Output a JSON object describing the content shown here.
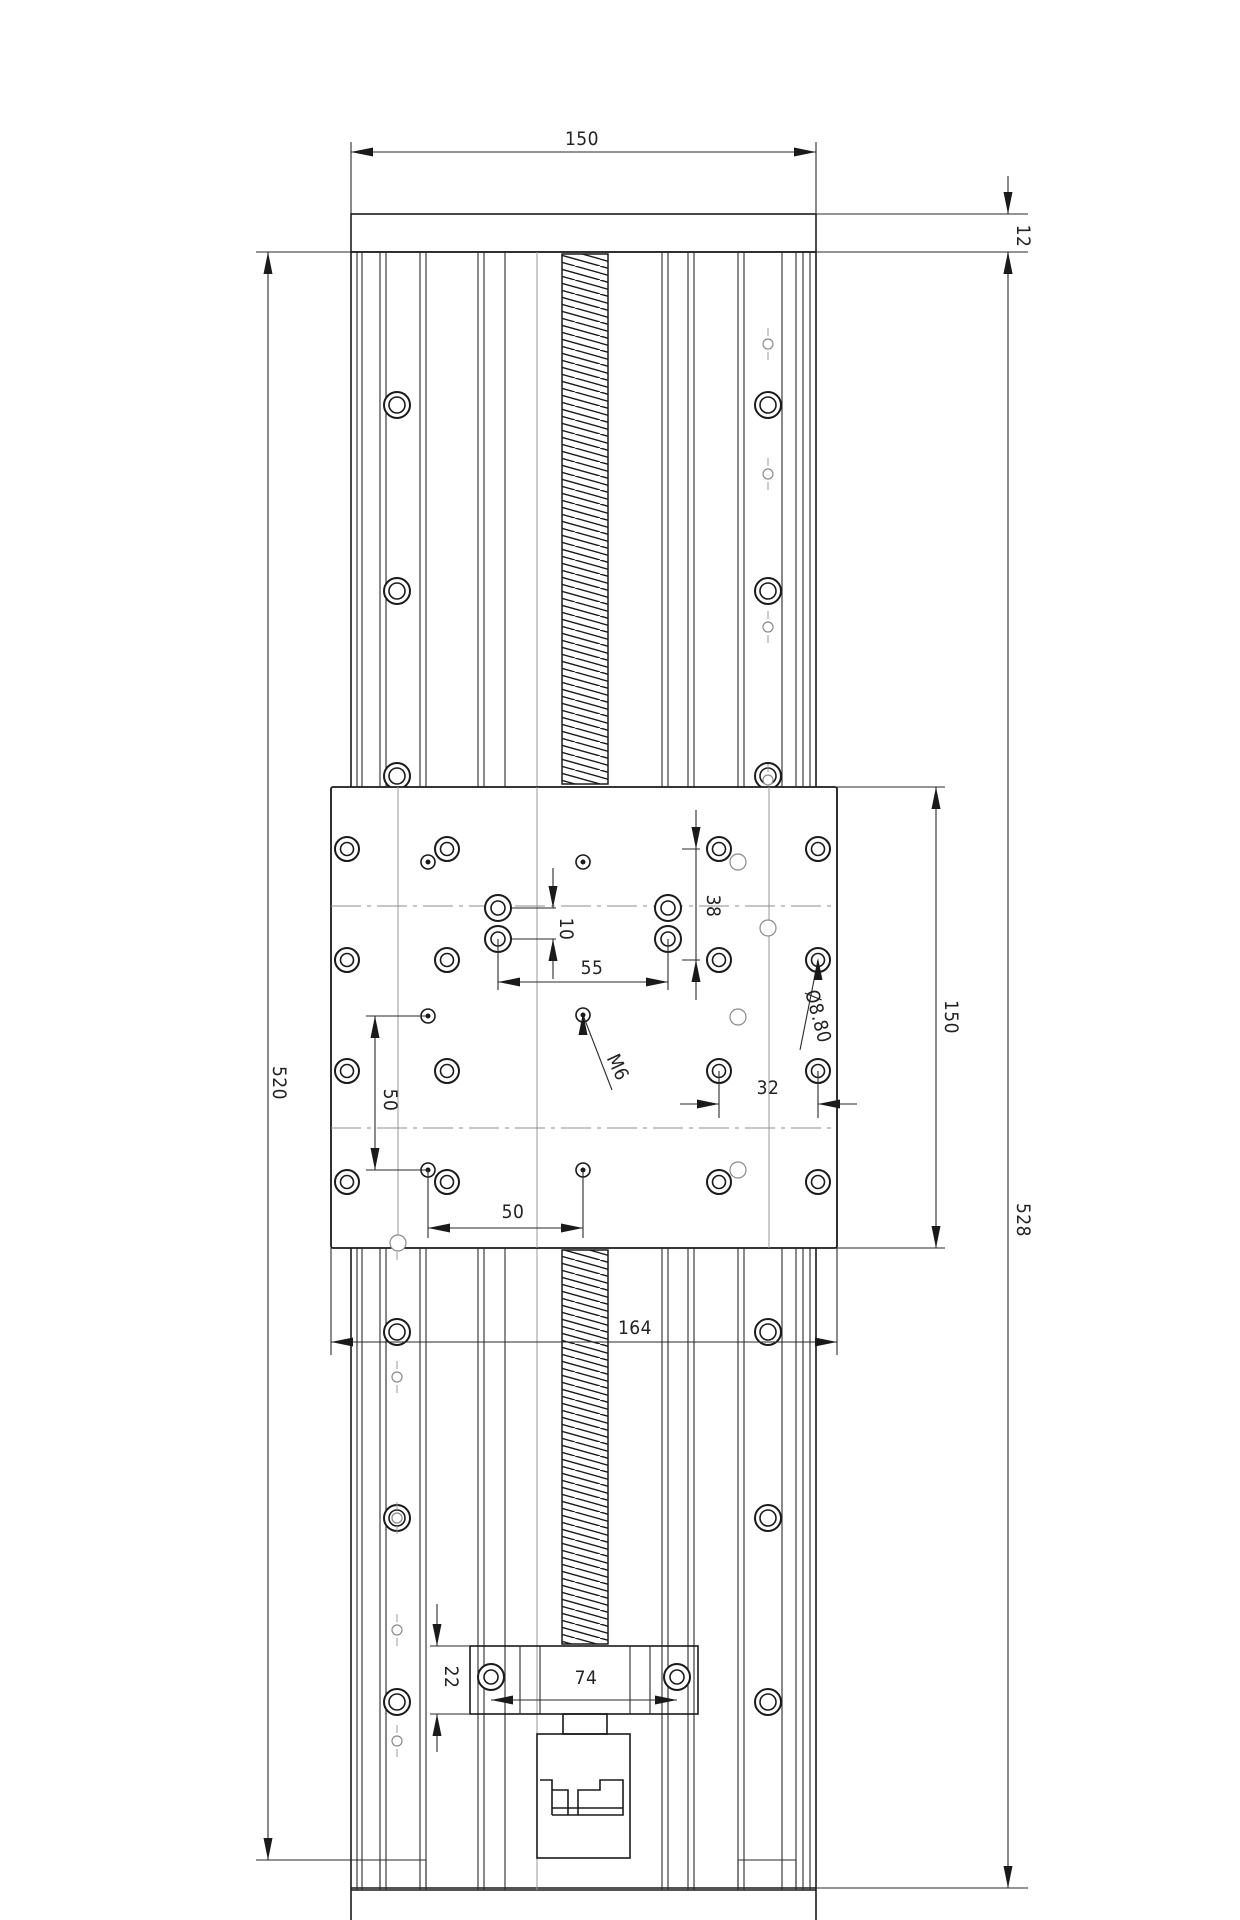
{
  "drawing": {
    "dimensions": {
      "top_width": "150",
      "end_cap": "12",
      "overall_length": "528",
      "rail_length": "520",
      "carriage_length": "150",
      "carriage_width": "164",
      "slot_offset": "10",
      "slot_pitch": "38",
      "slot_spacing": "55",
      "hole_callout": "Ø8.80",
      "thread_callout": "M6",
      "hole_spacing_x": "32",
      "tap_spacing_y": "50",
      "tap_spacing_x": "50",
      "nut_block_height": "22",
      "nut_block_width": "74"
    }
  }
}
